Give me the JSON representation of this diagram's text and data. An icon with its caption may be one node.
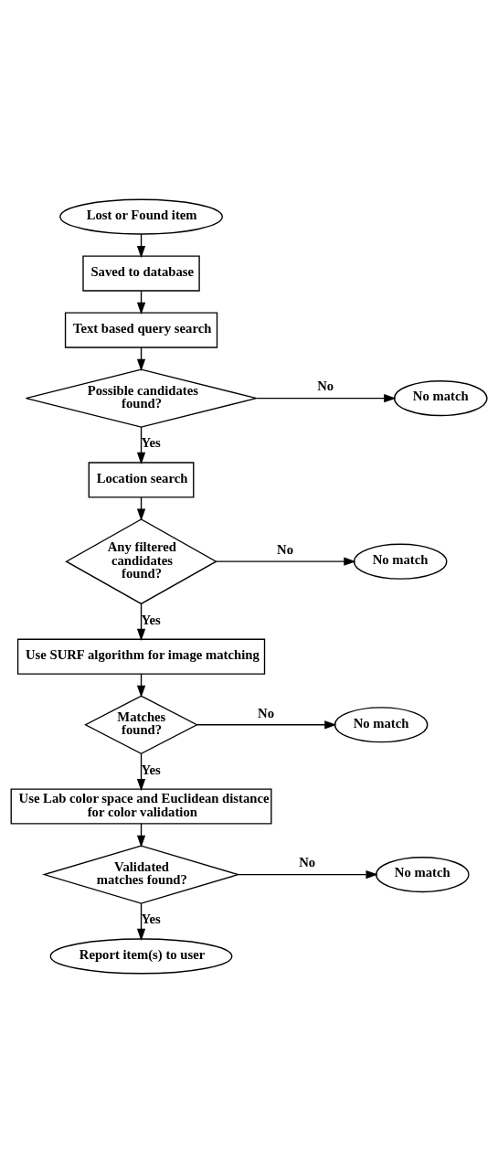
{
  "diagram": {
    "nodes": [
      {
        "text": [
          "Lost or Found item"
        ]
      },
      {
        "text": [
          "Saved to database"
        ]
      },
      {
        "text": [
          "Text based query search"
        ]
      },
      {
        "text": [
          "Possible candidates found?"
        ]
      },
      {
        "text": [
          "No match"
        ]
      },
      {
        "text": [
          "Location search"
        ]
      },
      {
        "text": [
          "Any filtered candidates found?"
        ]
      },
      {
        "text": [
          "No match"
        ]
      },
      {
        "text": [
          "Use SURF algorithm for image matching"
        ]
      },
      {
        "text": [
          "Matches found?"
        ]
      },
      {
        "text": [
          "No match"
        ]
      },
      {
        "text": [
          "Use Lab color space and Euclidean distance for color validation"
        ]
      },
      {
        "text": [
          "Validated matches found?"
        ]
      },
      {
        "text": [
          "No match"
        ]
      },
      {
        "text": [
          "Report item(s) to user"
        ]
      }
    ],
    "edges": [
      {
        "from": 0,
        "to": 1,
        "arrow": "to"
      },
      {
        "from": 1,
        "to": 2,
        "arrow": "to"
      },
      {
        "from": 2,
        "to": 3,
        "arrow": "to"
      },
      {
        "from": 3,
        "to": 4,
        "arrow": "to",
        "label": "No"
      },
      {
        "from": 3,
        "to": 5,
        "arrow": "to",
        "label": "Yes"
      },
      {
        "from": 5,
        "to": 6,
        "arrow": "to"
      },
      {
        "from": 6,
        "to": 7,
        "arrow": "to",
        "label": "No"
      },
      {
        "from": 6,
        "to": 8,
        "arrow": "to",
        "label": "Yes"
      },
      {
        "from": 8,
        "to": 9,
        "arrow": "to"
      },
      {
        "from": 9,
        "to": 10,
        "arrow": "to",
        "label": "No"
      },
      {
        "from": 9,
        "to": 11,
        "arrow": "to",
        "label": "Yes"
      },
      {
        "from": 11,
        "to": 12,
        "arrow": "to"
      },
      {
        "from": 12,
        "to": 13,
        "arrow": "to",
        "label": "No"
      },
      {
        "from": 12,
        "to": 14,
        "arrow": "to",
        "label": "Yes"
      }
    ]
  }
}
